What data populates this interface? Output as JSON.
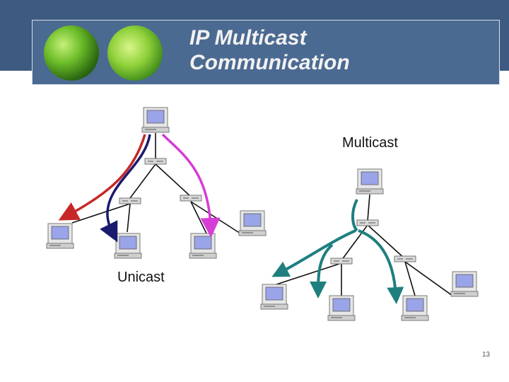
{
  "slide": {
    "title_line1": "IP Multicast",
    "title_line2": "Communication",
    "page_number": "13"
  },
  "diagram": {
    "unicast_label": "Unicast",
    "multicast_label": "Multicast"
  },
  "colors": {
    "header_bg": "#3d5a80",
    "title_box": "#4b6a92",
    "unicast_red": "#c62828",
    "unicast_navy": "#1a1a6e",
    "unicast_magenta": "#d63cd6",
    "multicast_teal": "#1f7f7f"
  }
}
